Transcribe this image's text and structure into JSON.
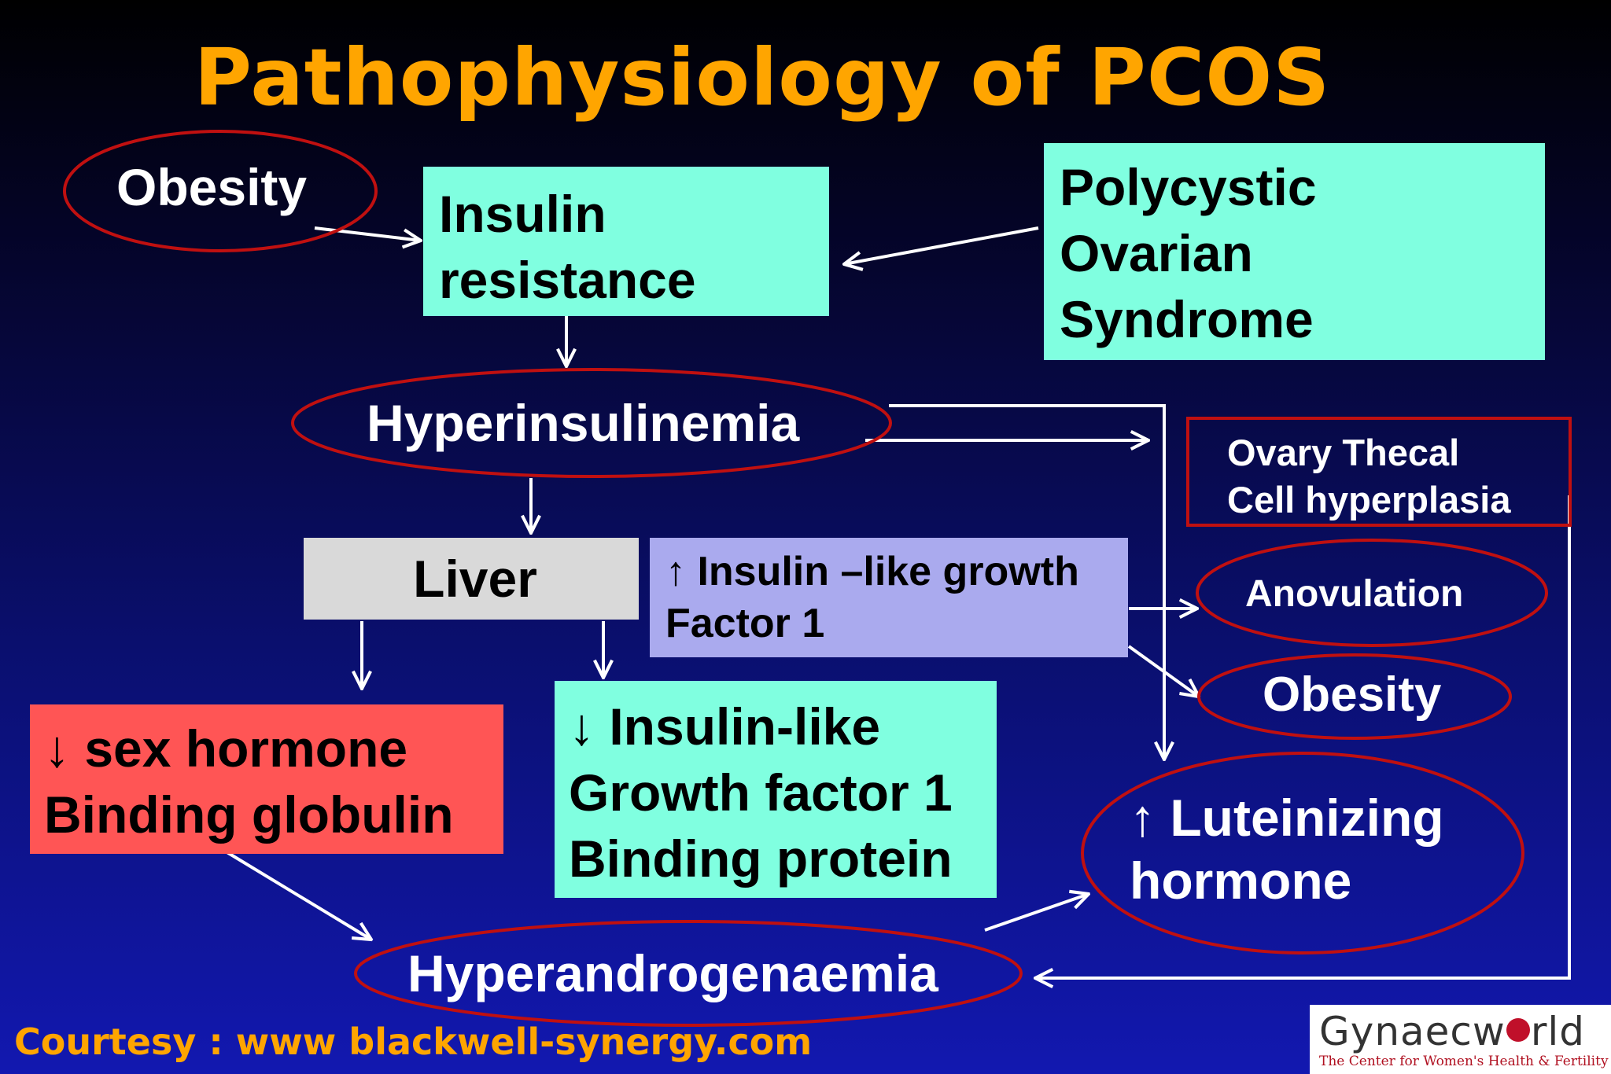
{
  "title": "Pathophysiology of PCOS",
  "nodes": {
    "obesity_top": "Obesity",
    "insulin_resistance": [
      "Insulin",
      "resistance"
    ],
    "pcos": [
      "Polycystic",
      "Ovarian",
      "Syndrome"
    ],
    "hyperinsulinemia": "Hyperinsulinemia",
    "ovary_thecal": [
      "Ovary Thecal",
      "Cell hyperplasia"
    ],
    "liver": "Liver",
    "igf1": [
      "↑ Insulin –like growth",
      "Factor 1"
    ],
    "anovulation": "Anovulation",
    "obesity_right": "Obesity",
    "shbg": [
      "↓ sex hormone",
      "Binding globulin"
    ],
    "igfbp": [
      "↓ Insulin-like",
      "Growth factor 1",
      "Binding protein"
    ],
    "lh": [
      "↑ Luteinizing",
      "hormone"
    ],
    "hyperandrogenaemia": "Hyperandrogenaemia"
  },
  "courtesy": "Courtesy : www blackwell-synergy.com",
  "logo": {
    "name_part1": "Gynaecw",
    "name_part2": "rld",
    "tagline": "The Center for Women's Health & Fertility"
  },
  "colors": {
    "title": "#ffa500",
    "ellipse_stroke": "#c01010",
    "teal_box": "#80ffe0",
    "liver_box": "#d9d9d9",
    "igf_box": "#aaaaee",
    "shbg_box": "#ff5555",
    "arrow": "#ffffff"
  }
}
